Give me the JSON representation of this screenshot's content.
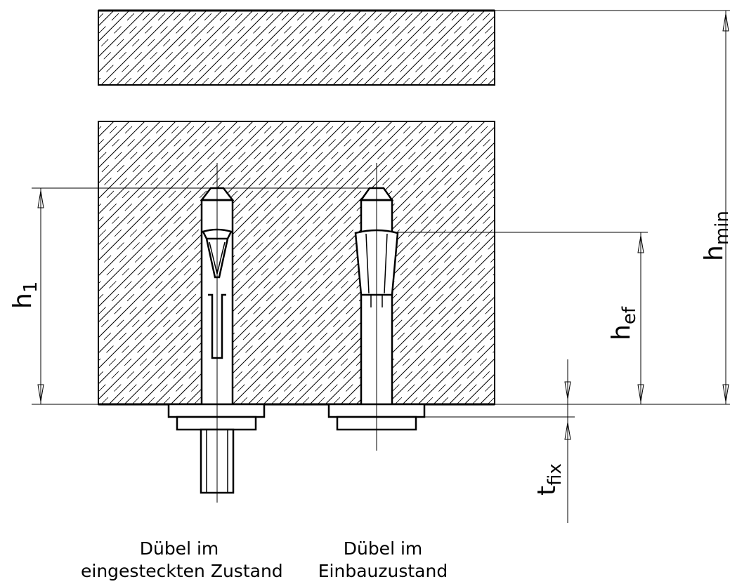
{
  "dimensions": {
    "h1": {
      "base": "h",
      "sub": "1"
    },
    "hmin": {
      "base": "h",
      "sub": "min"
    },
    "hef": {
      "base": "h",
      "sub": "ef"
    },
    "tfix": {
      "base": "t",
      "sub": "fix"
    }
  },
  "captions": {
    "left": {
      "line1": "Dübel im",
      "line2": "eingesteckten Zustand"
    },
    "right": {
      "line1": "Dübel im",
      "line2": "Einbauzustand"
    }
  },
  "colors": {
    "line": "#000000",
    "background": "#ffffff"
  }
}
